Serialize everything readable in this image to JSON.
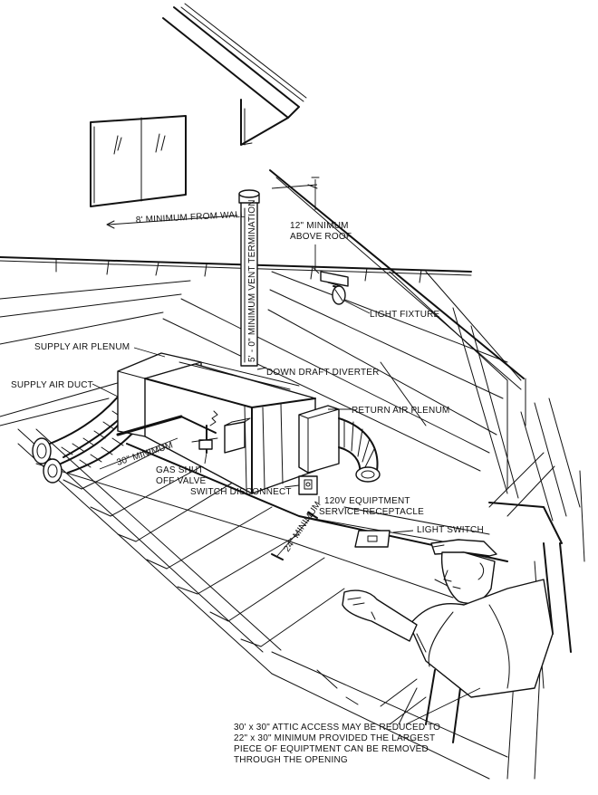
{
  "labels": {
    "from_wall": "8' MINIMUM FROM WALL",
    "above_roof_1": "12\" MINIMUM",
    "above_roof_2": "ABOVE ROOF",
    "vent_termination": "5' - 0\" MINIMUM VENT TERMINATION",
    "light_fixture": "LIGHT FIXTURE",
    "supply_air_plenum": "SUPPLY AIR PLENUM",
    "supply_air_duct": "SUPPLY AIR DUCT",
    "down_draft_diverter": "DOWN DRAFT DIVERTER",
    "return_air_plenum": "RETURN AIR PLENUM",
    "thirty_minimum": "30\" MINIMUM",
    "gas_shutoff_1": "GAS SHUT",
    "gas_shutoff_2": "OFF VALVE",
    "switch_disconnect": "SWITCH DISCONNECT",
    "receptacle_1": "120V EQUIPTMENT",
    "receptacle_2": "SERVICE RECEPTACLE",
    "light_switch": "LIGHT SWITCH",
    "twentyfour_minimum": "24\" MINIMUM",
    "attic_note_1": "30' x 30\" ATTIC ACCESS MAY BE REDUCED TO",
    "attic_note_2": "22\" x 30\" MINIMUM PROVIDED THE LARGEST",
    "attic_note_3": "PIECE OF EQUIPTMENT CAN BE REMOVED",
    "attic_note_4": "THROUGH THE OPENING"
  },
  "icons": {
    "light_fixture": "light-bulb-icon",
    "switch_box": "switch-box-icon",
    "receptacle": "outlet-icon"
  },
  "colors": {
    "ink": "#111111",
    "paper": "#ffffff"
  }
}
